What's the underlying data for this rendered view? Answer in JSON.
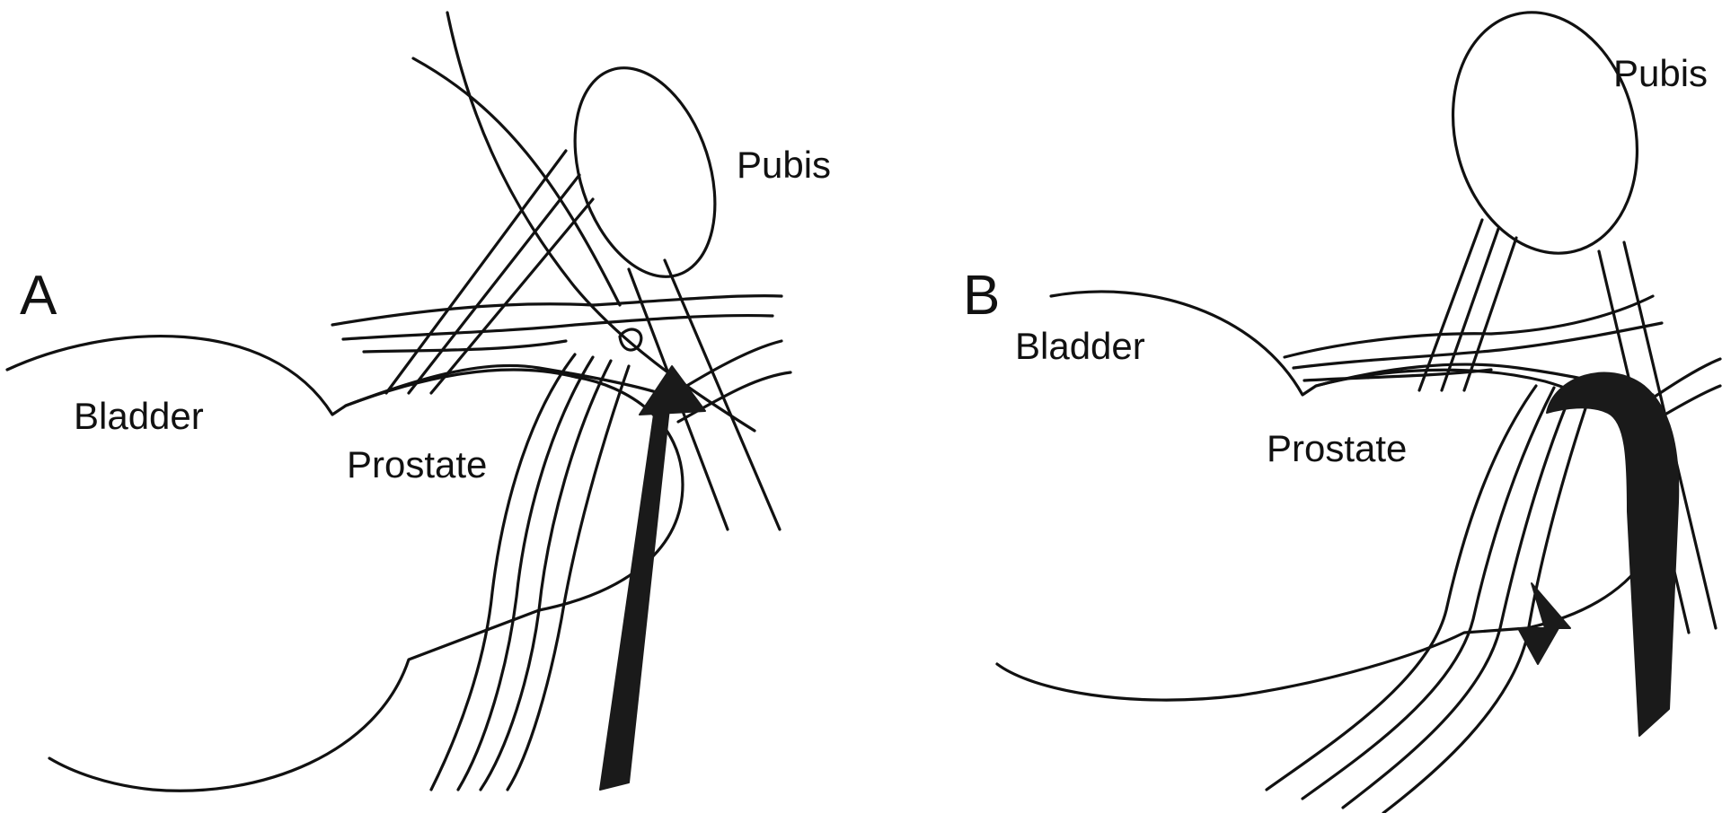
{
  "panels": [
    {
      "letter": "A",
      "labels": {
        "bladder": "Bladder",
        "prostate": "Prostate",
        "pubis": "Pubis"
      },
      "arrow": "up"
    },
    {
      "letter": "B",
      "labels": {
        "bladder": "Bladder",
        "prostate": "Prostate",
        "pubis": "Pubis"
      },
      "arrow": "hook-down"
    }
  ],
  "colors": {
    "line": "#111111",
    "arrow": "#1a1a1a",
    "background": "#ffffff"
  }
}
